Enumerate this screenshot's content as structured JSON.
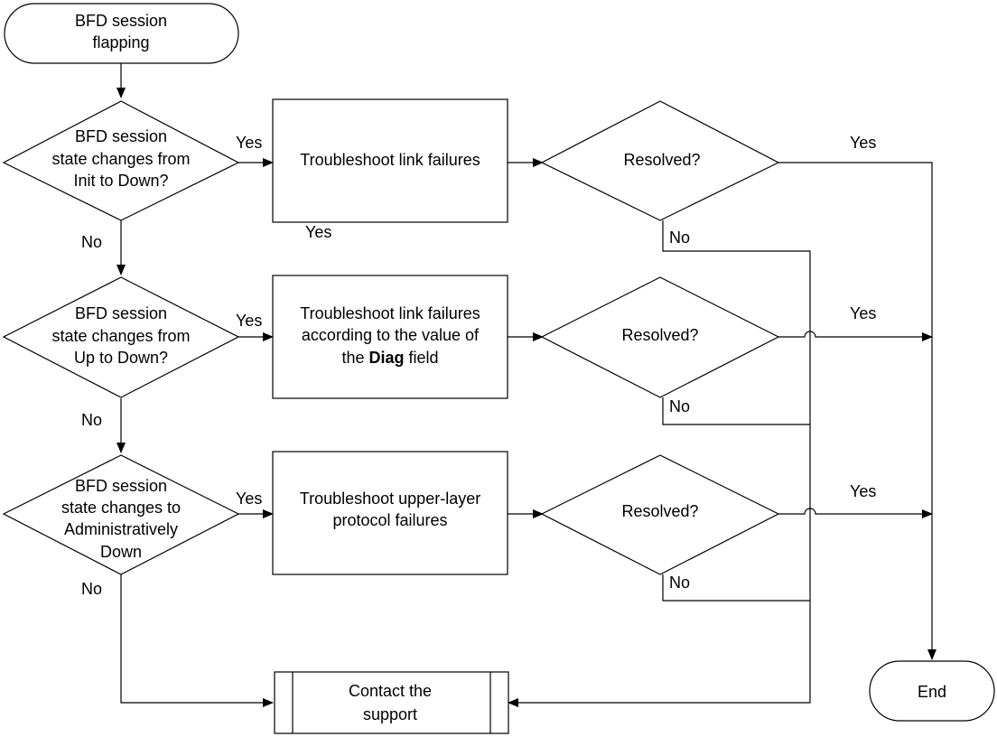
{
  "start": {
    "line1": "BFD session",
    "line2": "flapping"
  },
  "decisions": {
    "d1": {
      "line1": "BFD session",
      "line2": "state changes from",
      "line3": "Init to Down?"
    },
    "d2": {
      "line1": "BFD session",
      "line2": "state changes from",
      "line3": "Up to Down?"
    },
    "d3": {
      "line1": "BFD session",
      "line2": "state changes to",
      "line3": "Administratively",
      "line4": "Down"
    }
  },
  "processes": {
    "p1": {
      "line1": "Troubleshoot link failures"
    },
    "p2": {
      "line1": "Troubleshoot link failures",
      "line2": "according to the value of",
      "line3_pre": "the ",
      "line3_bold": "Diag",
      "line3_post": " field"
    },
    "p3": {
      "line1": "Troubleshoot upper-layer",
      "line2": "protocol failures"
    }
  },
  "resolved": {
    "r1": "Resolved?",
    "r2": "Resolved?",
    "r3": "Resolved?"
  },
  "edge_labels": {
    "yes": "Yes",
    "no": "No"
  },
  "contact": {
    "line1": "Contact the",
    "line2": "support"
  },
  "end": {
    "label": "End"
  }
}
